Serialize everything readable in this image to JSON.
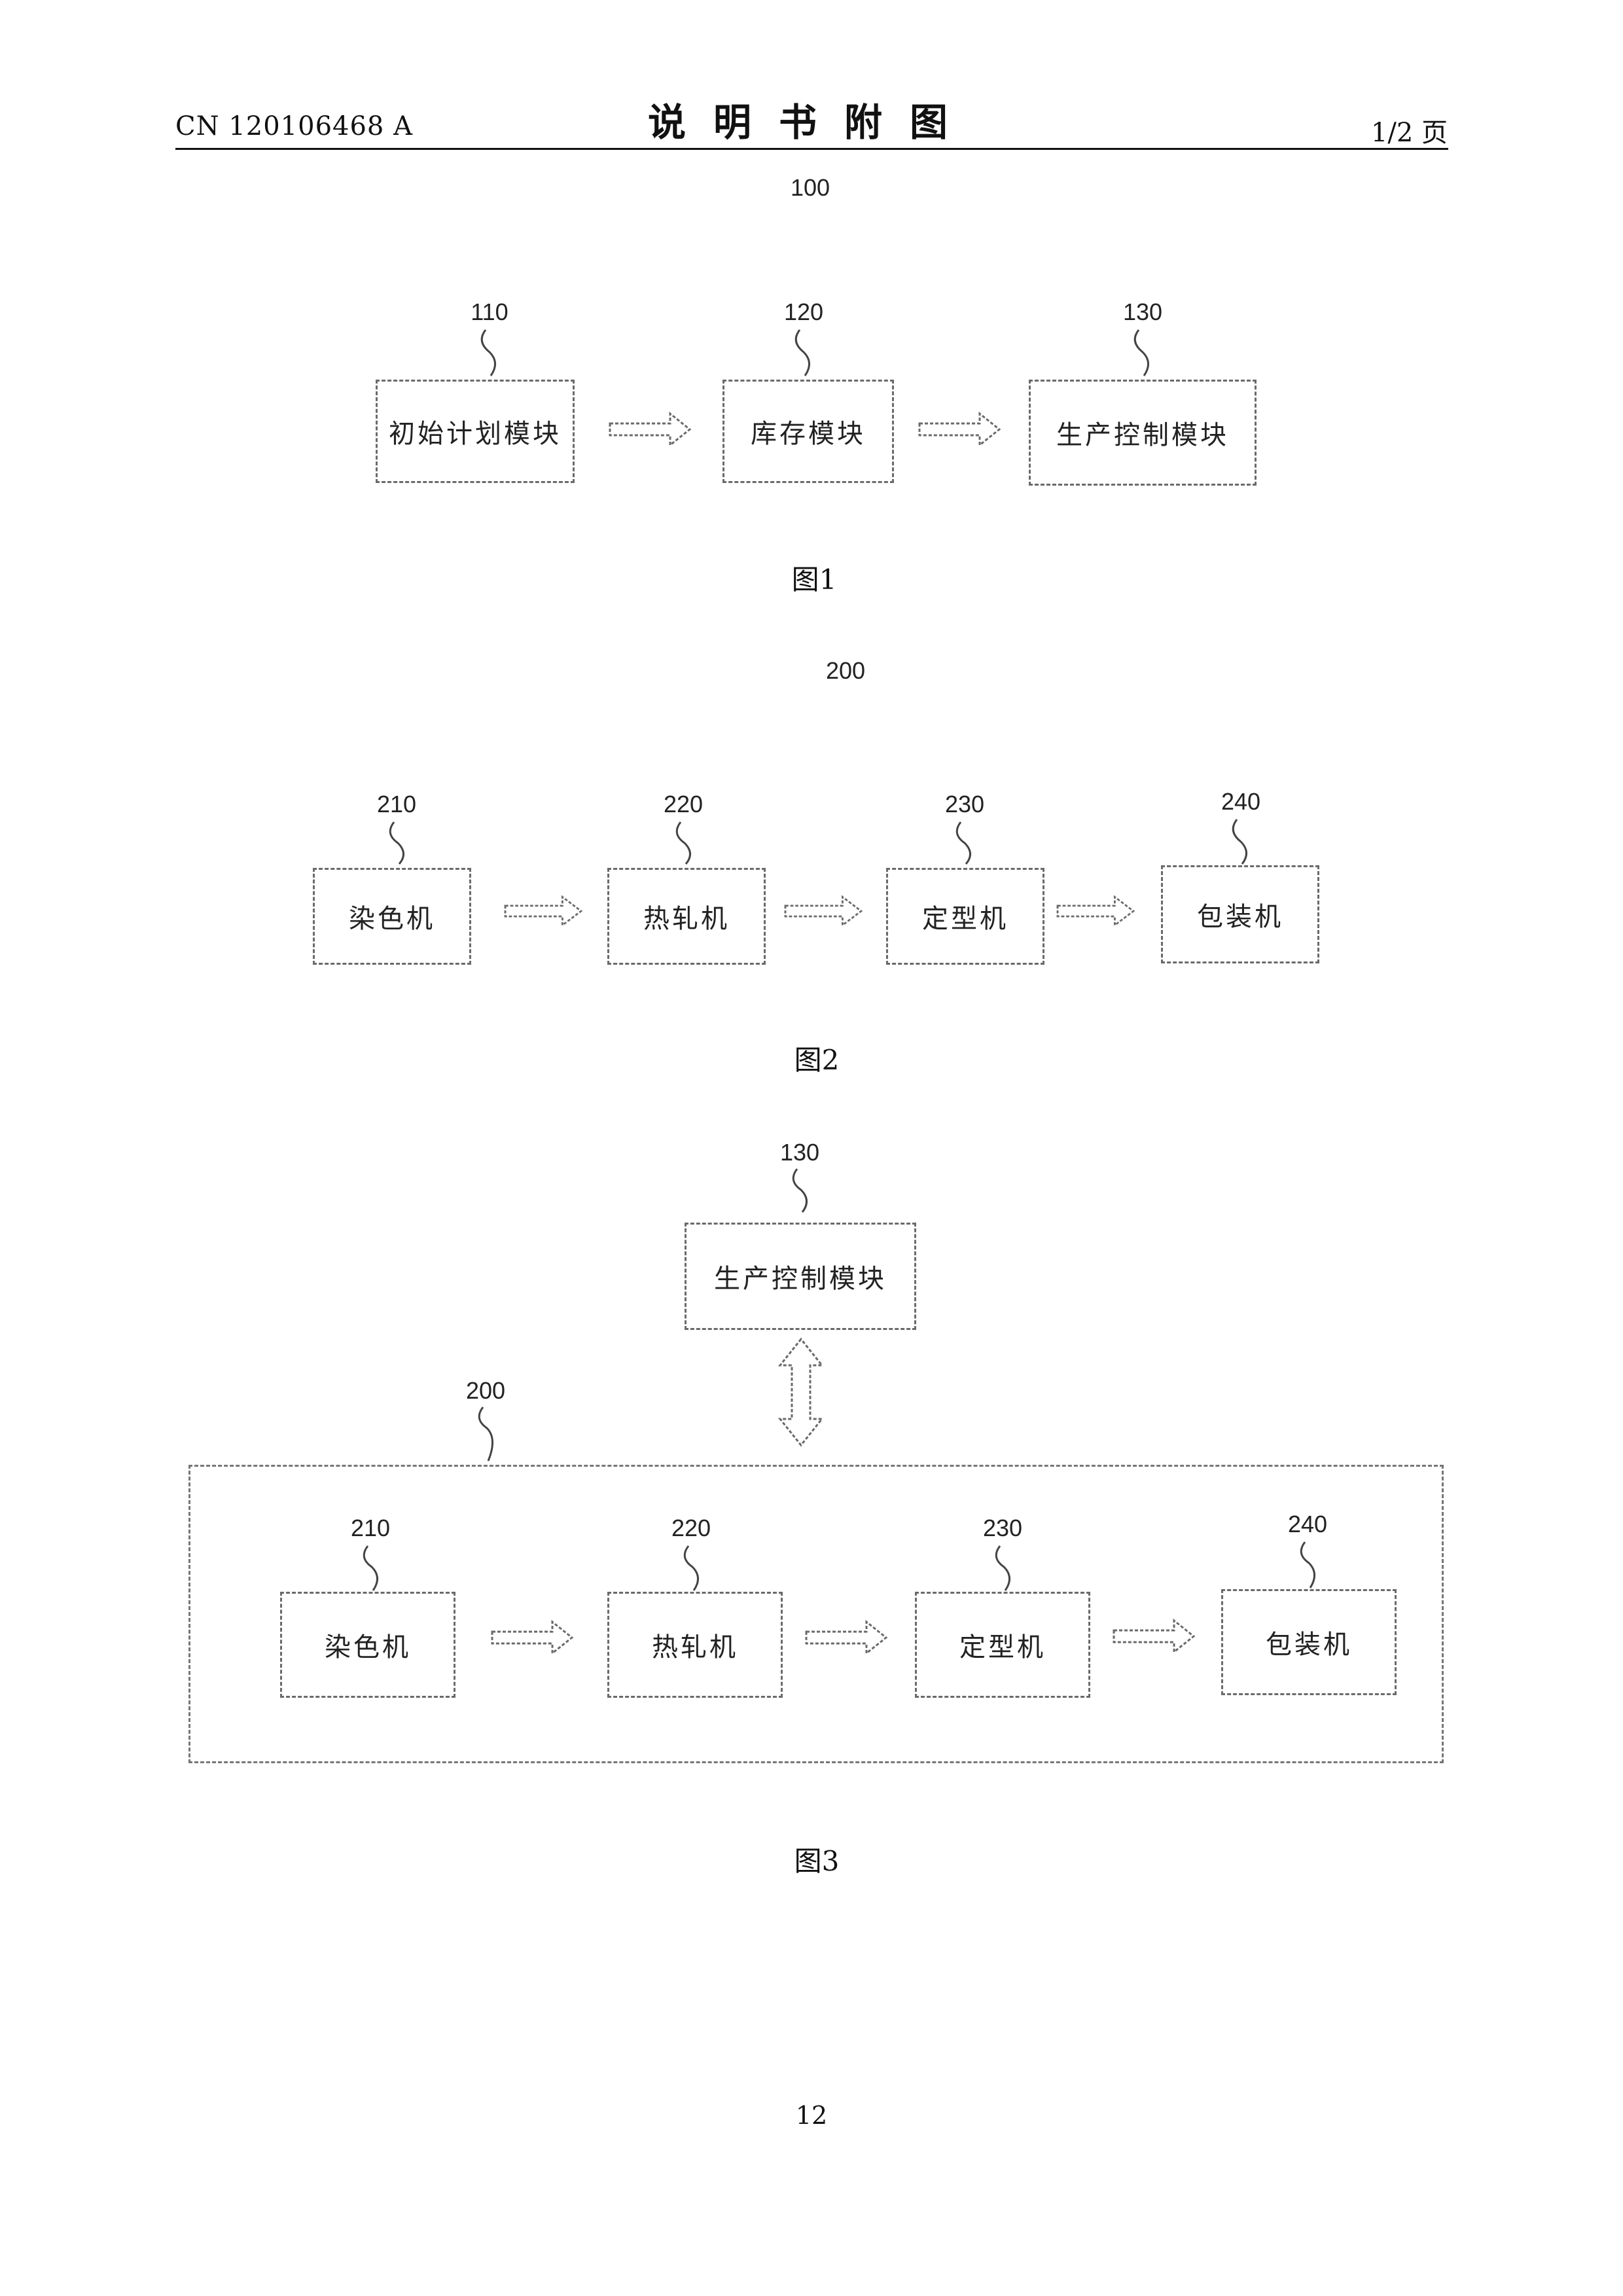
{
  "header": {
    "patent_number": "CN 120106468 A",
    "title": "说明书附图",
    "page_label": "1/2 页"
  },
  "figure1": {
    "system_ref": "100",
    "modules": [
      {
        "ref": "110",
        "label": "初始计划模块"
      },
      {
        "ref": "120",
        "label": "库存模块"
      },
      {
        "ref": "130",
        "label": "生产控制模块"
      }
    ],
    "caption": "图1"
  },
  "figure2": {
    "system_ref": "200",
    "machines": [
      {
        "ref": "210",
        "label": "染色机"
      },
      {
        "ref": "220",
        "label": "热轧机"
      },
      {
        "ref": "230",
        "label": "定型机"
      },
      {
        "ref": "240",
        "label": "包装机"
      }
    ],
    "caption": "图2"
  },
  "figure3": {
    "control_ref": "130",
    "control_label": "生产控制模块",
    "group_ref": "200",
    "machines": [
      {
        "ref": "210",
        "label": "染色机"
      },
      {
        "ref": "220",
        "label": "热轧机"
      },
      {
        "ref": "230",
        "label": "定型机"
      },
      {
        "ref": "240",
        "label": "包装机"
      }
    ],
    "caption": "图3"
  },
  "footer": {
    "page_number": "12"
  }
}
